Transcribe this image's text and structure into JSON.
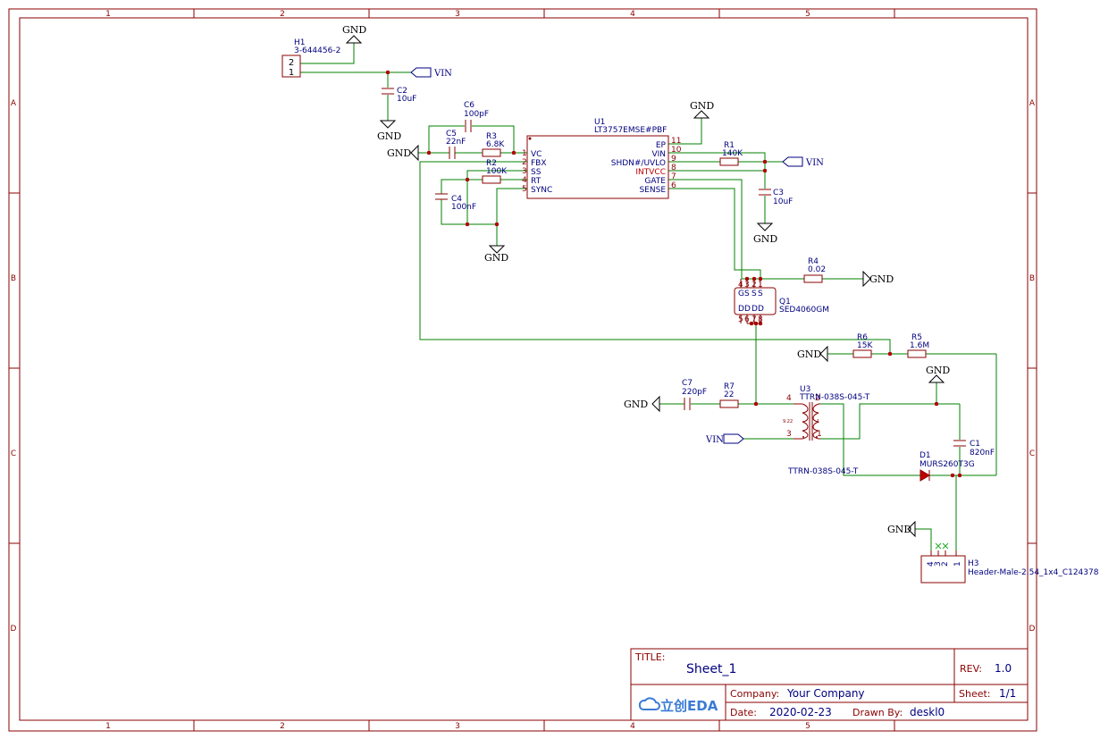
{
  "sheet": {
    "columns": [
      "1",
      "2",
      "3",
      "4",
      "5"
    ],
    "rows": [
      "A",
      "B",
      "C",
      "D"
    ]
  },
  "title_block": {
    "title_label": "TITLE:",
    "title": "Sheet_1",
    "rev_label": "REV:",
    "rev": "1.0",
    "company_label": "Company:",
    "company": "Your Company",
    "sheet_label": "Sheet:",
    "sheet": "1/1",
    "date_label": "Date:",
    "date": "2020-02-23",
    "drawn_label": "Drawn By:",
    "drawn_by": "deskl0",
    "logo_text": "立创EDA",
    "logo_icon": "cloud-icon"
  },
  "nets": {
    "gnd": "GND",
    "vin": "VIN"
  },
  "components": {
    "h1": {
      "ref": "H1",
      "value": "3-644456-2",
      "pins": [
        "2",
        "1"
      ]
    },
    "c2": {
      "ref": "C2",
      "value": "10uF"
    },
    "c6": {
      "ref": "C6",
      "value": "100pF"
    },
    "c5": {
      "ref": "C5",
      "value": "22nF"
    },
    "r3": {
      "ref": "R3",
      "value": "6.8K"
    },
    "r2": {
      "ref": "R2",
      "value": "100K"
    },
    "c4": {
      "ref": "C4",
      "value": "100nF"
    },
    "u1": {
      "ref": "U1",
      "value": "LT3757EMSE#PBF",
      "left_pins": [
        {
          "num": "1",
          "name": "VC"
        },
        {
          "num": "2",
          "name": "FBX"
        },
        {
          "num": "3",
          "name": "SS"
        },
        {
          "num": "4",
          "name": "RT"
        },
        {
          "num": "5",
          "name": "SYNC"
        }
      ],
      "right_pins": [
        {
          "num": "11",
          "name": "EP"
        },
        {
          "num": "10",
          "name": "VIN"
        },
        {
          "num": "9",
          "name": "SHDN#/UVLO"
        },
        {
          "num": "8",
          "name": "INTVCC"
        },
        {
          "num": "7",
          "name": "GATE"
        },
        {
          "num": "6",
          "name": "SENSE"
        }
      ]
    },
    "r1": {
      "ref": "R1",
      "value": "140K"
    },
    "c3": {
      "ref": "C3",
      "value": "10uF"
    },
    "r4": {
      "ref": "R4",
      "value": "0.02"
    },
    "q1": {
      "ref": "Q1",
      "value": "SED4060GM",
      "top_pins": [
        "4",
        "3",
        "2",
        "1"
      ],
      "top_names": [
        "G",
        "S",
        "S",
        "S"
      ],
      "bottom_pins": [
        "5",
        "6",
        "7",
        "8"
      ],
      "bottom_names": [
        "D",
        "D",
        "D",
        "D"
      ]
    },
    "r6": {
      "ref": "R6",
      "value": "15K"
    },
    "r5": {
      "ref": "R5",
      "value": "1.6M"
    },
    "c7": {
      "ref": "C7",
      "value": "220pF"
    },
    "r7": {
      "ref": "R7",
      "value": "22"
    },
    "u3": {
      "ref": "U3",
      "value": "TTRN-038S-045-T",
      "value2": "TTRN-038S-045-T",
      "pins": [
        "4",
        "2",
        "3",
        "1"
      ],
      "ratio_left": "9.22",
      "ratio_right": "1"
    },
    "c1": {
      "ref": "C1",
      "value": "820nF"
    },
    "d1": {
      "ref": "D1",
      "value": "MURS260T3G"
    },
    "h3": {
      "ref": "H3",
      "value": "Header-Male-2.54_1x4_C124378",
      "pins": [
        "4",
        "3",
        "2",
        "1"
      ]
    }
  },
  "colors": {
    "frame": "#8b0000",
    "wire": "#008000",
    "text": "#000080",
    "junction": "#c00000",
    "symbol": "#000000"
  }
}
